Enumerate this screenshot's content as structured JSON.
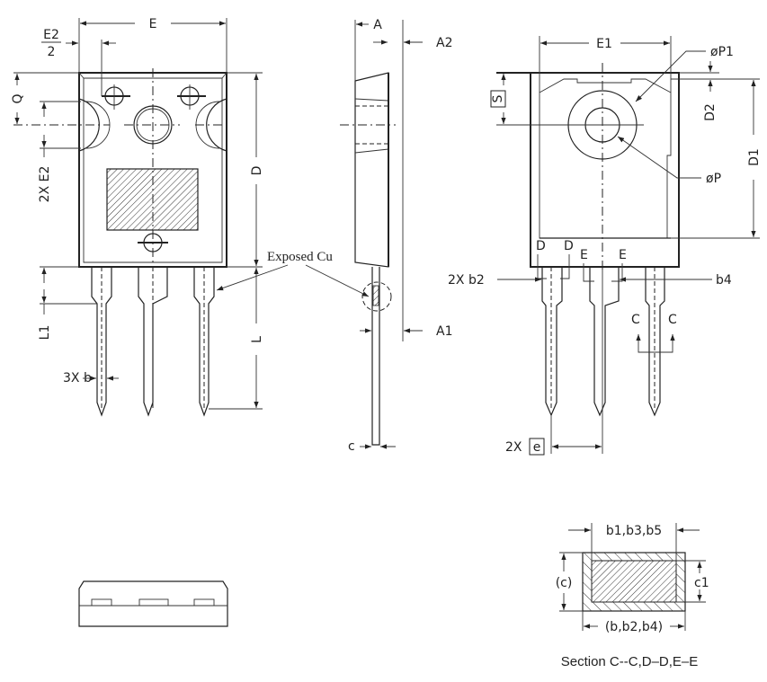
{
  "front_view": {
    "dim_E": "E",
    "dim_E2_half_num": "E2",
    "dim_E2_half_den": "2",
    "dim_Q": "Q",
    "dim_2X_E2": "2X E2",
    "dim_D": "D",
    "dim_L1": "L1",
    "dim_L": "L",
    "dim_3X_b": "3X  b",
    "exposed_cu": "Exposed Cu"
  },
  "side_view": {
    "dim_A": "A",
    "dim_A2": "A2",
    "dim_A1": "A1",
    "dim_c": "c"
  },
  "back_view": {
    "dim_E1": "E1",
    "dim_P1": "øP1",
    "dim_P": "øP",
    "dim_S": "S",
    "dim_D2": "D2",
    "dim_D1": "D1",
    "section_D1": "D",
    "section_D2": "D",
    "section_E1": "E",
    "section_E2": "E",
    "dim_2X_b2": "2X  b2",
    "dim_b4": "b4",
    "section_C1": "C",
    "section_C2": "C",
    "dim_2X": "2X",
    "dim_e": "e"
  },
  "section": {
    "dim_b1_b3_b5": "b1,b3,b5",
    "dim_c_paren": "(c)",
    "dim_c1": "c1",
    "dim_b_b2_b4": "(b,b2,b4)",
    "caption": "Section C--C,D–D,E–E"
  }
}
